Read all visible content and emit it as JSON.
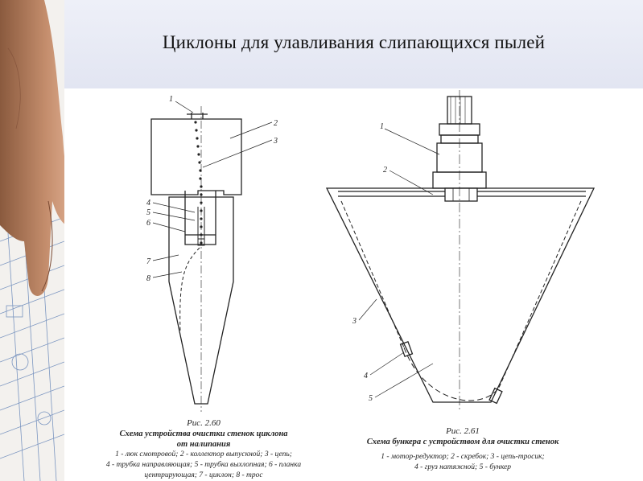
{
  "slide": {
    "title": "Циклоны для улавливания слипающихся пылей"
  },
  "figure_left": {
    "callouts": [
      "1",
      "2",
      "3",
      "4",
      "5",
      "6",
      "7",
      "8"
    ],
    "caption_number": "Рис. 2.60",
    "caption_title_1": "Схема устройства очистки стенок циклона",
    "caption_title_2": "от налипания",
    "legend_1": "1 - люк смотровой; 2 - коллектор выпускной; 3 - цепь;",
    "legend_2": "4 - трубка направляющая; 5 - трубка выхлопная; 6 - планка",
    "legend_3": "центрирующая; 7 - циклон; 8 - трос"
  },
  "figure_right": {
    "callouts": [
      "1",
      "2",
      "3",
      "4",
      "5"
    ],
    "caption_number": "Рис. 2.61",
    "caption_title": "Схема бункера с устройством для очистки стенок",
    "legend_1": "1 - мотор-редуктор; 2 - скребок; 3 - цепь-тросик;",
    "legend_2": "4 - груз натяжной; 5 - бункер"
  }
}
